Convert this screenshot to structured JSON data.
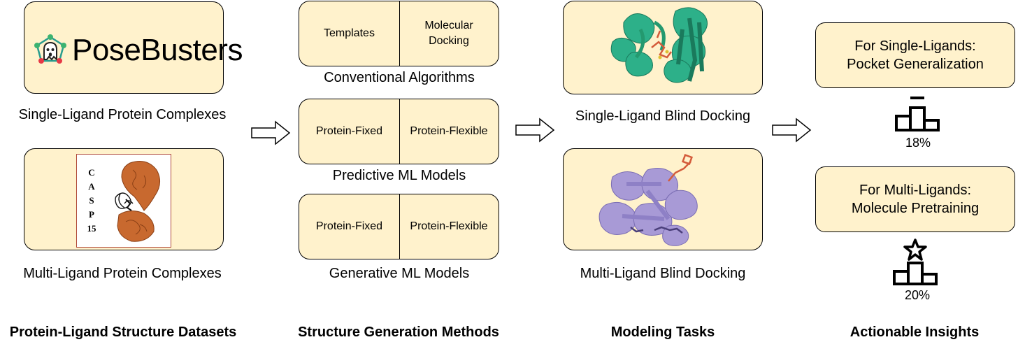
{
  "columns": {
    "datasets": {
      "title": "Protein-Ligand Structure Datasets",
      "single": {
        "logo_text": "PoseBusters",
        "caption": "Single-Ligand Protein Complexes"
      },
      "multi": {
        "logo_text": "CASP15",
        "caption": "Multi-Ligand Protein Complexes"
      }
    },
    "methods": {
      "title": "Structure Generation Methods",
      "groups": [
        {
          "caption": "Conventional Algorithms",
          "left": "Templates",
          "right": "Molecular Docking"
        },
        {
          "caption": "Predictive ML Models",
          "left": "Protein-Fixed",
          "right": "Protein-Flexible"
        },
        {
          "caption": "Generative ML Models",
          "left": "Protein-Fixed",
          "right": "Protein-Flexible"
        }
      ]
    },
    "tasks": {
      "title": "Modeling Tasks",
      "items": [
        {
          "caption": "Single-Ligand Blind Docking",
          "color": "#2db089"
        },
        {
          "caption": "Multi-Ligand Blind Docking",
          "color": "#a89ad6"
        }
      ]
    },
    "insights": {
      "title": "Actionable Insights",
      "items": [
        {
          "line1": "For Single-Ligands:",
          "line2": "Pocket Generalization",
          "percent": "18%",
          "icon": "podium-icon"
        },
        {
          "line1": "For Multi-Ligands:",
          "line2": "Molecule Pretraining",
          "percent": "20%",
          "icon": "podium-star-icon"
        }
      ]
    }
  },
  "colors": {
    "box_fill": "#fff2cc",
    "border": "#000000",
    "casp_orange": "#c8692f",
    "single_protein": "#2db089",
    "multi_protein": "#a89ad6"
  }
}
